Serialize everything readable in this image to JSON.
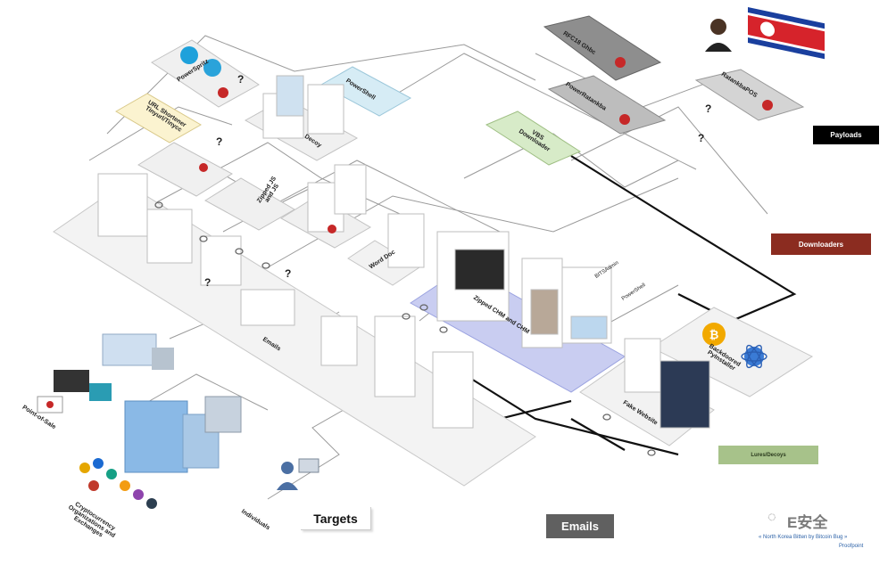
{
  "diagram": {
    "payload_nodes": {
      "powersprite": "PowerSpritz",
      "url_shortener": "URL Shortener Tinyurl/Tinycc",
      "powershell_top": "PowerShell",
      "decoy": "Decoy",
      "zipped_js": "Zipped JS and JS",
      "rfc18": "RFC18 Ghbc",
      "powerratankba": "PowerRatankba",
      "ratankbapos": "RatankbaPOS",
      "vbs_downloader": "VBS Downloader",
      "word_doc": "Word Doc",
      "zipped_chm": "Zipped CHM and CHM",
      "bitsadmin": "BITSAdmin",
      "powershell_mid": "PowerShell",
      "backdoored_pyinstaller": "Backdoored PyInstaller",
      "fake_website": "Fake Website",
      "emails_platform": "Emails"
    },
    "targets": {
      "point_of_sale": "Point-of-Sale",
      "crypto_orgs": "Cryptocurrency Organizations and Exchanges",
      "individuals": "Individuals"
    },
    "legend": {
      "payloads": "Payloads",
      "downloaders": "Downloaders",
      "lures": "Lures/Decoys",
      "targets": "Targets",
      "emails": "Emails"
    },
    "question_mark": "?",
    "footer": {
      "watermark": "E安全",
      "caption": "« North Korea Bitten by Bitcoin Bug »",
      "org": "Proofpoint"
    },
    "colors": {
      "payloads": "#000000",
      "downloaders": "#8b2c20",
      "lures": "#a7c28a",
      "emails_btn": "#606060",
      "flag_red": "#d6232b",
      "flag_blue": "#1a3f9e"
    }
  }
}
